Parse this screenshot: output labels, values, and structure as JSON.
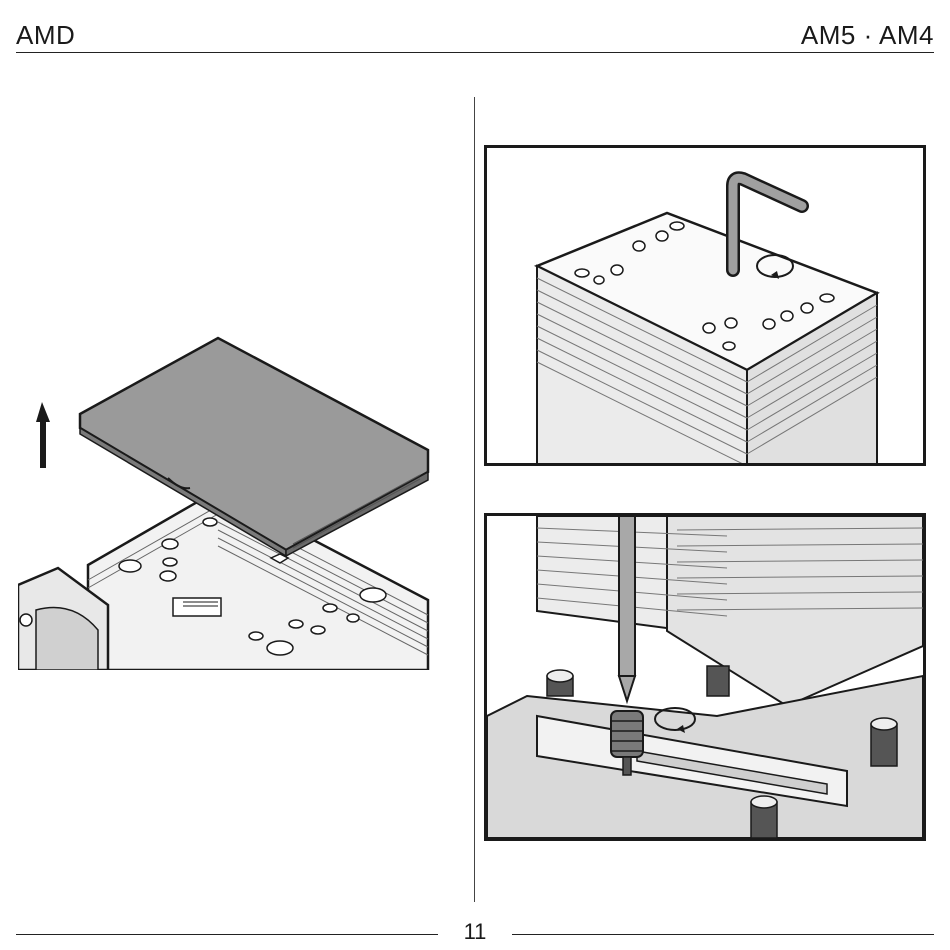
{
  "header": {
    "brand": "AMD",
    "sockets": "AM5 · AM4"
  },
  "footer": {
    "page_number": "11"
  },
  "figures": {
    "remove_cover": {
      "icons": [
        "up-arrow-icon"
      ]
    },
    "tighten_top": {
      "icons": [
        "hex-key-icon",
        "rotate-clockwise-icon"
      ]
    },
    "tighten_mount": {
      "icons": [
        "screwdriver-icon",
        "rotate-clockwise-icon"
      ]
    }
  },
  "colors": {
    "ink": "#1a1a1a",
    "cover_fill": "#9a9a9a",
    "fin_fill": "#e6e6e6",
    "dark_part": "#555555"
  }
}
